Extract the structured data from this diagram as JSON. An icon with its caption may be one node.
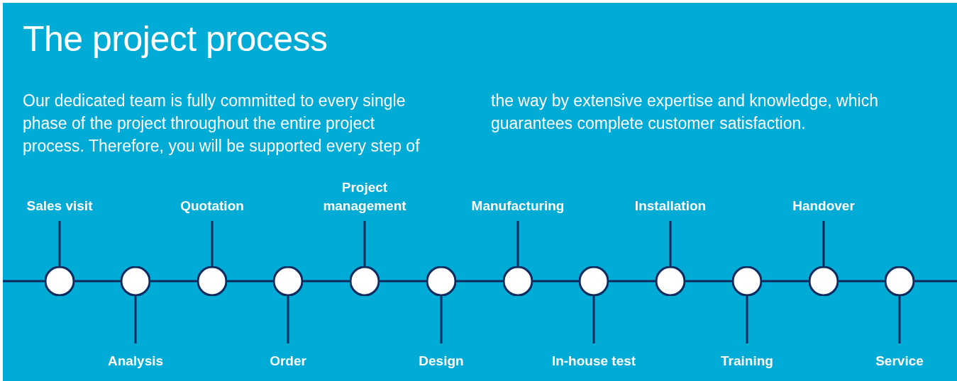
{
  "diagram": {
    "title": "The project process",
    "labels": [
      "Our dedicated team is fully committed to every single phase of the project throughout the entire project process. Therefore, you will be supported every step of the way by extensive expertise and knowledge, which guarantees complete customer satisfaction."
    ],
    "nodes": [
      {
        "text": [
          "Sales visit"
        ]
      },
      {
        "text": [
          "Analysis"
        ]
      },
      {
        "text": [
          "Quotation"
        ]
      },
      {
        "text": [
          "Order"
        ]
      },
      {
        "text": [
          "Project management"
        ]
      },
      {
        "text": [
          "Design"
        ]
      },
      {
        "text": [
          "Manufacturing"
        ]
      },
      {
        "text": [
          "In-house test"
        ]
      },
      {
        "text": [
          "Installation"
        ]
      },
      {
        "text": [
          "Training"
        ]
      },
      {
        "text": [
          "Handover"
        ]
      },
      {
        "text": [
          "Service"
        ]
      },
      {
        "text": [],
        "shape": "circle"
      },
      {
        "text": [],
        "shape": "circle"
      },
      {
        "text": [],
        "shape": "circle"
      },
      {
        "text": [],
        "shape": "circle"
      },
      {
        "text": [],
        "shape": "circle"
      },
      {
        "text": [],
        "shape": "circle"
      },
      {
        "text": [],
        "shape": "circle"
      },
      {
        "text": [],
        "shape": "circle"
      },
      {
        "text": [],
        "shape": "circle"
      },
      {
        "text": [],
        "shape": "circle"
      },
      {
        "text": [],
        "shape": "circle"
      },
      {
        "text": [],
        "shape": "circle"
      }
    ],
    "edges": [
      {
        "from": 0,
        "to": 12,
        "arrow": "none"
      },
      {
        "from": 1,
        "to": 13,
        "arrow": "none"
      },
      {
        "from": 2,
        "to": 14,
        "arrow": "none"
      },
      {
        "from": 3,
        "to": 15,
        "arrow": "none"
      },
      {
        "from": 4,
        "to": 16,
        "arrow": "none"
      },
      {
        "from": 5,
        "to": 17,
        "arrow": "none"
      },
      {
        "from": 6,
        "to": 18,
        "arrow": "none"
      },
      {
        "from": 7,
        "to": 19,
        "arrow": "none"
      },
      {
        "from": 8,
        "to": 20,
        "arrow": "none"
      },
      {
        "from": 9,
        "to": 21,
        "arrow": "none"
      },
      {
        "from": 10,
        "to": 22,
        "arrow": "none"
      },
      {
        "from": 11,
        "to": 23,
        "arrow": "none"
      },
      {
        "from": null,
        "to": 12,
        "arrow": "none"
      },
      {
        "from": 12,
        "to": 13,
        "arrow": "none"
      },
      {
        "from": 13,
        "to": 14,
        "arrow": "none"
      },
      {
        "from": 14,
        "to": 15,
        "arrow": "none"
      },
      {
        "from": 15,
        "to": 16,
        "arrow": "none"
      },
      {
        "from": 16,
        "to": 17,
        "arrow": "none"
      },
      {
        "from": 17,
        "to": 18,
        "arrow": "none"
      },
      {
        "from": 18,
        "to": 19,
        "arrow": "none"
      },
      {
        "from": 19,
        "to": 20,
        "arrow": "none"
      },
      {
        "from": 20,
        "to": 21,
        "arrow": "none"
      },
      {
        "from": 21,
        "to": 22,
        "arrow": "none"
      },
      {
        "from": 22,
        "to": 23,
        "arrow": "none"
      },
      {
        "from": 23,
        "to": null,
        "arrow": "none"
      }
    ]
  }
}
